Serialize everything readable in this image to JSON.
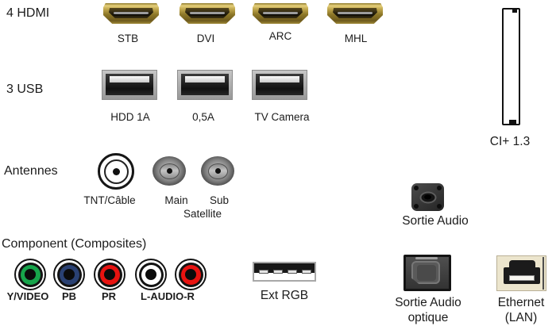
{
  "diagram": {
    "hdmi": {
      "section_label": "4 HDMI",
      "ports": [
        "STB",
        "DVI",
        "ARC",
        "MHL"
      ]
    },
    "usb": {
      "section_label": "3 USB",
      "ports": [
        "HDD 1A",
        "0,5A",
        "TV Camera"
      ]
    },
    "antennas": {
      "section_label": "Antennes",
      "tnt_label": "TNT/Câble",
      "main_label": "Main",
      "sub_label": "Sub",
      "satellite_label": "Satellite"
    },
    "component": {
      "section_label": "Component (Composites)",
      "jack_labels": [
        "Y/VIDEO",
        "PB",
        "PR",
        "L-AUDIO-R"
      ]
    },
    "ext_rgb": {
      "label": "Ext RGB"
    },
    "ci_slot": {
      "label": "CI+ 1.3"
    },
    "audio_out": {
      "label": "Sortie Audio"
    },
    "optical_audio_out": {
      "line1": "Sortie Audio",
      "line2": "optique"
    },
    "ethernet": {
      "line1": "Ethernet",
      "line2": "(LAN)"
    },
    "colors": {
      "hdmi_gold": "#a98f35",
      "component_green": "#17a44b",
      "component_blue": "#2a4173",
      "component_red": "#e81310",
      "component_white": "#ffffff",
      "ethernet_beige": "#ece5cd"
    }
  }
}
